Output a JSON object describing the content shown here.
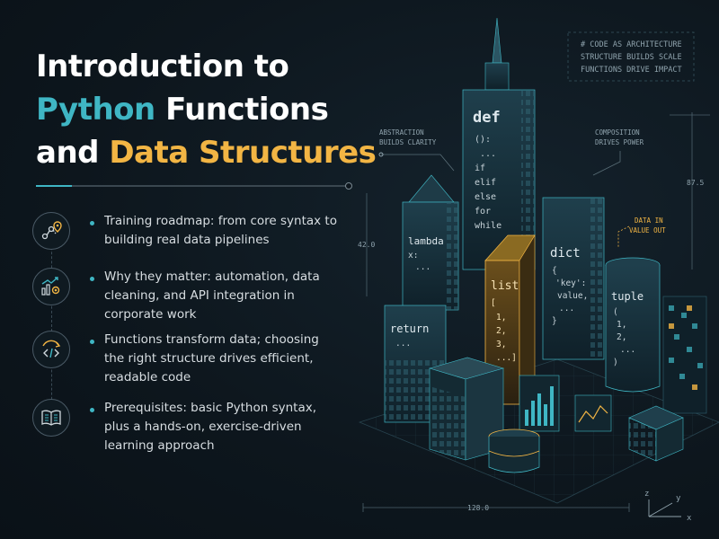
{
  "title": {
    "line1": "Introduction to",
    "line2_accent": "Python",
    "line2_rest": " Functions",
    "line3_rest": "and ",
    "line3_accent": "Data Structures"
  },
  "bullets": [
    {
      "icon": "roadmap-icon",
      "text": "Training roadmap: from core syntax to building real data pipelines"
    },
    {
      "icon": "automation-chart-icon",
      "text": "Why they matter: automation, data cleaning, and API integration in corporate work"
    },
    {
      "icon": "code-brackets-icon",
      "text": "Functions transform data; choosing the right structure drives efficient, readable code"
    },
    {
      "icon": "book-icon",
      "text": "Prerequisites: basic Python syntax, plus a hands-on, exercise-driven learning approach"
    }
  ],
  "art": {
    "header_note": [
      "# CODE AS ARCHITECTURE",
      "STRUCTURE BUILDS SCALE",
      "FUNCTIONS DRIVE IMPACT"
    ],
    "abstraction_note": [
      "ABSTRACTION",
      "BUILDS CLARITY"
    ],
    "composition_note": [
      "COMPOSITION",
      "DRIVES POWER"
    ],
    "data_note": [
      "DATA IN",
      "VALUE OUT"
    ],
    "dim_left": "42.0",
    "dim_right": "87.5",
    "dim_bottom": "128.0",
    "def_lines": [
      "def",
      "():",
      "...",
      "if",
      "elif",
      "else",
      "for",
      "while"
    ],
    "lambda_lines": [
      "lambda",
      "x:",
      "..."
    ],
    "return_lines": [
      "return",
      "..."
    ],
    "list_lines": [
      "list",
      "[",
      "1,",
      "2,",
      "3,",
      "...]"
    ],
    "dict_lines": [
      "dict",
      "{",
      "'key':",
      "value,",
      "...",
      "}"
    ],
    "tuple_lines": [
      "tuple",
      "(",
      "1,",
      "2,",
      "...",
      ")"
    ],
    "axes": {
      "x": "x",
      "y": "y",
      "z": "z"
    }
  },
  "colors": {
    "teal": "#3fb6c4",
    "gold": "#f2b544",
    "white": "#ffffff",
    "background": "#0d161d"
  }
}
